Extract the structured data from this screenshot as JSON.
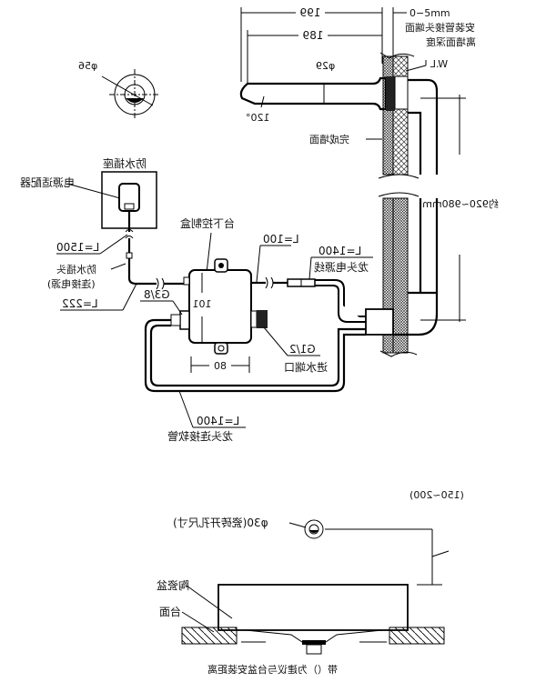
{
  "drawing": {
    "type": "installation diagram (mirrored)",
    "colors": {
      "line": "#000000",
      "background": "#ffffff",
      "hatch": "#555555"
    }
  },
  "faucet_top": {
    "dim_overall": "199",
    "dim_spout": "189",
    "dim_diameter": "φ29",
    "angle": "120°",
    "wall_gap": "0−5mm",
    "wall_gap_note_1": "安装管接头端面",
    "wall_gap_note_2": "离墙面深度",
    "water_level": "W.L",
    "finished_wall": "完成墙面",
    "height_range": "约920~980mm"
  },
  "hole_detail": {
    "diameter": "φ56"
  },
  "power": {
    "socket_label": "防水插座",
    "adapter_label": "电源适配器",
    "cable_length": "L=1500",
    "plug_label": "防水插头",
    "plug_note": "(连接电源)",
    "lead_length": "L=222",
    "thread_outlet": "G3/8"
  },
  "control_box": {
    "label": "台下控制盒",
    "cable_length": "L=100",
    "height_dim": "101",
    "width_dim": "80",
    "inlet_thread": "G1/2",
    "inlet_label": "进水端口"
  },
  "faucet_cable": {
    "length": "L=1400",
    "label": "龙头电源线"
  },
  "faucet_hose": {
    "length": "L=1400",
    "label": "龙头连接软管"
  },
  "basin_section": {
    "hole_label": "φ30(瓷砖开孔尺寸)",
    "height_range": "(150~200)",
    "basin_label": "陶瓷盆",
    "counter_label": "台面",
    "footnote": "带（）为建议与台盆安装距离"
  }
}
